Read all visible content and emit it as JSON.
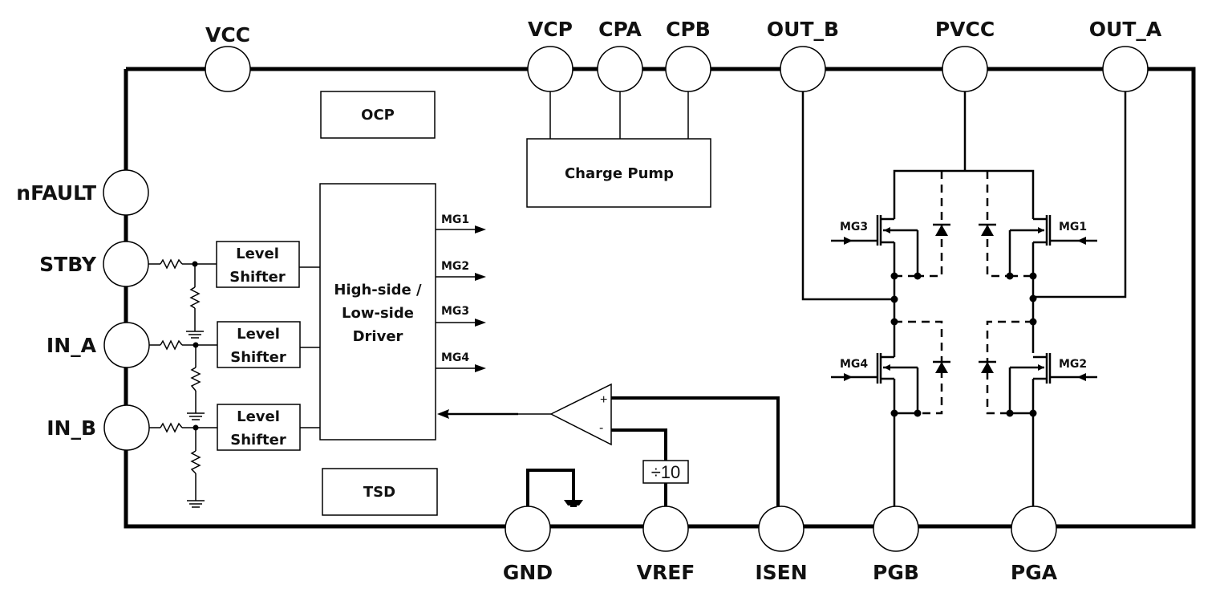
{
  "diagram": {
    "type": "block-diagram",
    "subject": "H-bridge motor driver IC block diagram",
    "pins": {
      "top": [
        "VCC",
        "VCP",
        "CPA",
        "CPB",
        "OUT_B",
        "PVCC",
        "OUT_A"
      ],
      "left": [
        "nFAULT",
        "STBY",
        "IN_A",
        "IN_B"
      ],
      "bottom": [
        "GND",
        "VREF",
        "ISEN",
        "PGB",
        "PGA"
      ]
    },
    "blocks": {
      "ocp": "OCP",
      "charge_pump": "Charge Pump",
      "level_shifter_line1": "Level",
      "level_shifter_line2": "Shifter",
      "driver_line1": "High-side /",
      "driver_line2": "Low-side",
      "driver_line3": "Driver",
      "tsd": "TSD",
      "divider": "÷10"
    },
    "driver_outputs": [
      "MG1",
      "MG2",
      "MG3",
      "MG4"
    ],
    "mosfet_gates": {
      "top_left": "MG3",
      "top_right": "MG1",
      "bottom_left": "MG4",
      "bottom_right": "MG2"
    },
    "comparator": {
      "plus": "+",
      "minus": "-"
    },
    "connections": [
      {
        "from": "VCP",
        "to": "Charge Pump"
      },
      {
        "from": "CPA",
        "to": "Charge Pump"
      },
      {
        "from": "CPB",
        "to": "Charge Pump"
      },
      {
        "from": "STBY",
        "to": "Level Shifter 1"
      },
      {
        "from": "IN_A",
        "to": "Level Shifter 2"
      },
      {
        "from": "IN_B",
        "to": "Level Shifter 3"
      },
      {
        "from": "Level Shifters",
        "to": "High-side / Low-side Driver"
      },
      {
        "from": "PVCC",
        "to": "H-bridge high side"
      },
      {
        "from": "OUT_B",
        "to": "H-bridge left midpoint"
      },
      {
        "from": "OUT_A",
        "to": "H-bridge right midpoint"
      },
      {
        "from": "PGB",
        "to": "H-bridge left low side"
      },
      {
        "from": "PGA",
        "to": "H-bridge right low side"
      },
      {
        "from": "ISEN",
        "to": "Comparator +"
      },
      {
        "from": "VREF",
        "to": "÷10",
        "then": "Comparator -"
      },
      {
        "from": "Comparator output",
        "to": "High-side / Low-side Driver"
      },
      {
        "from": "GND",
        "to": "ground"
      }
    ]
  }
}
